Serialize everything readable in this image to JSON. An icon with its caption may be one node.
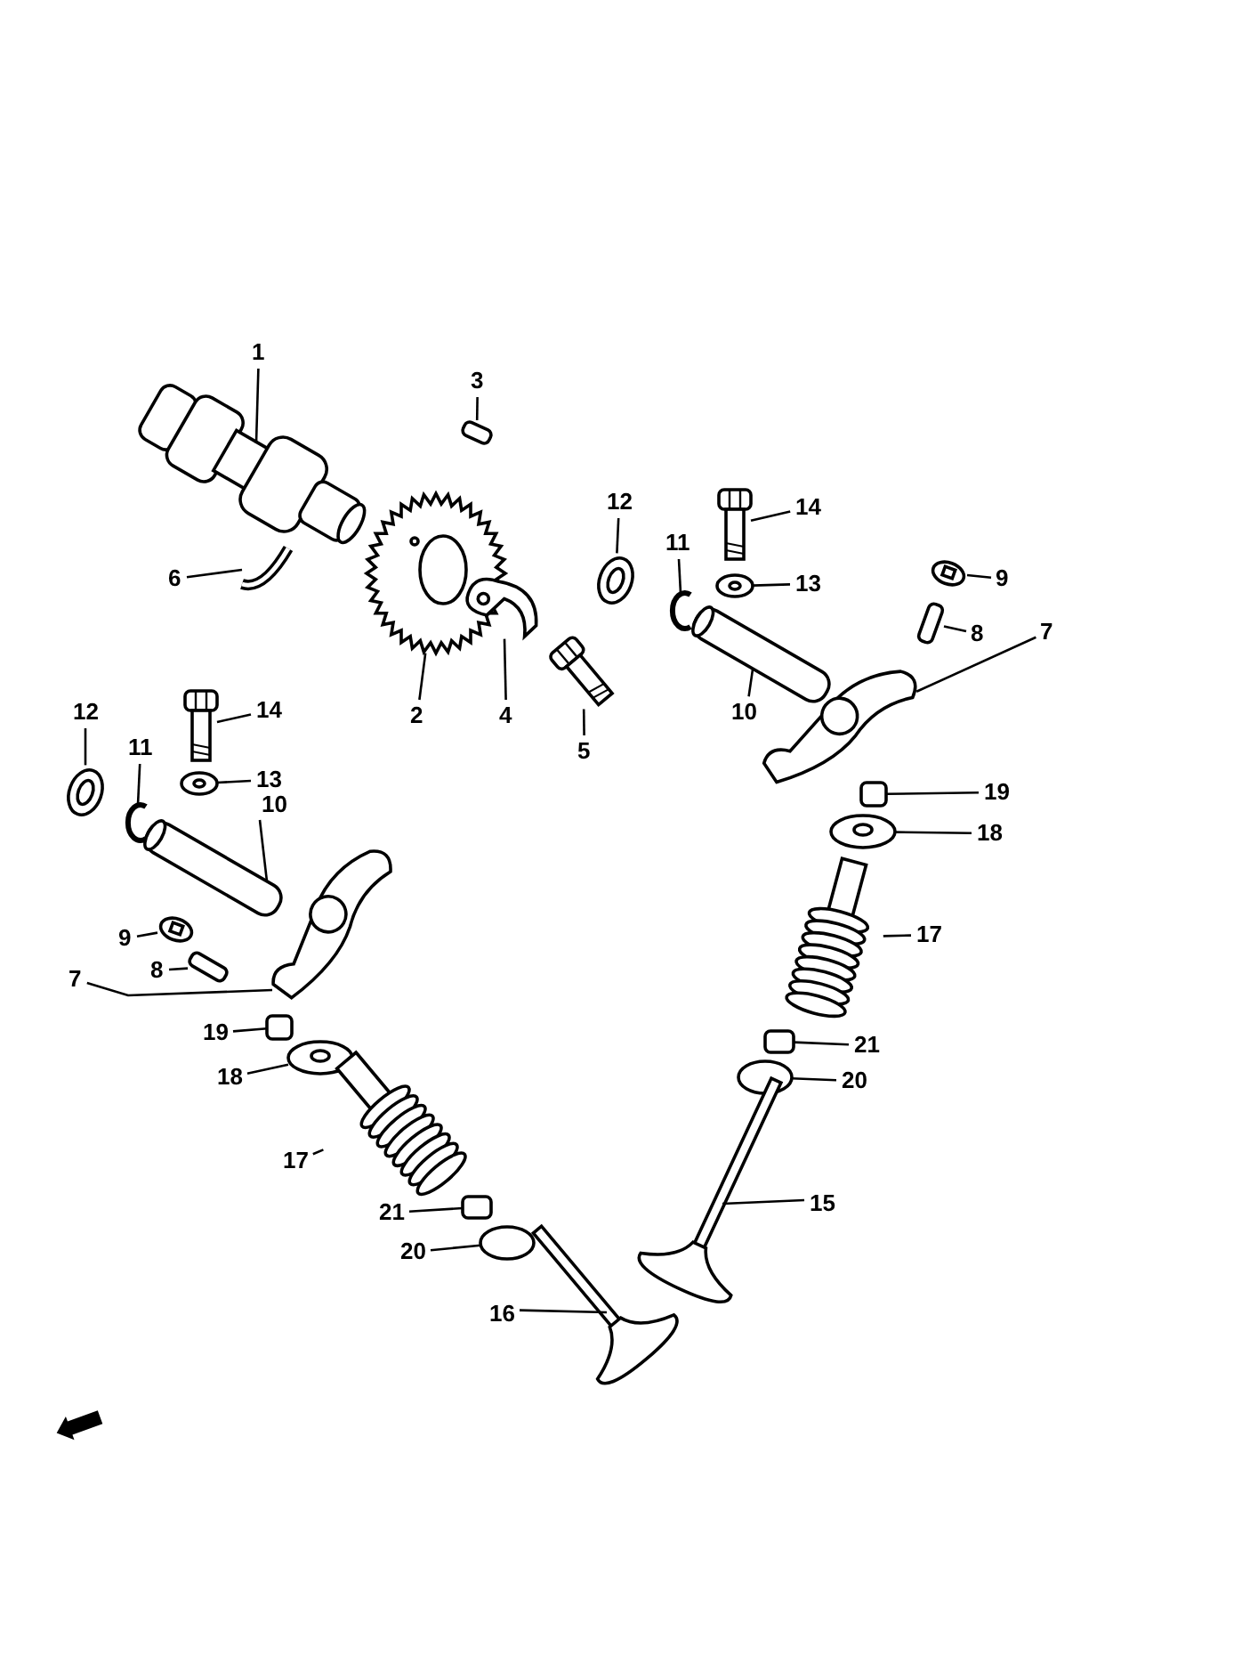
{
  "diagram": {
    "nodes": [
      {
        "text": [
          "1"
        ]
      },
      {
        "text": [],
        "shape": "picture"
      },
      {
        "text": [
          "3"
        ]
      },
      {
        "text": [],
        "shape": "box"
      },
      {
        "text": [
          "2"
        ]
      },
      {
        "text": [],
        "shape": "picture"
      },
      {
        "text": [
          "6"
        ]
      },
      {
        "text": [],
        "shape": "picture"
      },
      {
        "text": [
          "4"
        ]
      },
      {
        "text": [],
        "shape": "picture"
      },
      {
        "text": [
          "5"
        ]
      },
      {
        "text": [],
        "shape": "picture"
      },
      {
        "text": [
          "12"
        ]
      },
      {
        "text": [],
        "shape": "picture"
      },
      {
        "text": [
          "11"
        ]
      },
      {
        "text": [],
        "shape": "picture"
      },
      {
        "text": [
          "14"
        ]
      },
      {
        "text": [],
        "shape": "picture"
      },
      {
        "text": [
          "13"
        ]
      },
      {
        "text": [],
        "shape": "picture"
      },
      {
        "text": [
          "10"
        ]
      },
      {
        "text": [],
        "shape": "picture"
      },
      {
        "text": [
          "9"
        ]
      },
      {
        "text": [],
        "shape": "picture"
      },
      {
        "text": [
          "8"
        ]
      },
      {
        "text": [],
        "shape": "box"
      },
      {
        "text": [
          "7"
        ]
      },
      {
        "text": [],
        "shape": "picture"
      },
      {
        "text": [
          "19"
        ]
      },
      {
        "text": [],
        "shape": "box"
      },
      {
        "text": [
          "18"
        ]
      },
      {
        "text": [],
        "shape": "picture"
      },
      {
        "text": [
          "17"
        ]
      },
      {
        "text": [],
        "shape": "picture"
      },
      {
        "text": [
          "21"
        ]
      },
      {
        "text": [],
        "shape": "box"
      },
      {
        "text": [
          "20"
        ]
      },
      {
        "text": [],
        "shape": "circle"
      },
      {
        "text": [
          "15"
        ]
      },
      {
        "text": [],
        "shape": "picture"
      },
      {
        "text": [
          "12"
        ]
      },
      {
        "text": [],
        "shape": "picture"
      },
      {
        "text": [
          "11"
        ]
      },
      {
        "text": [],
        "shape": "picture"
      },
      {
        "text": [
          "14"
        ]
      },
      {
        "text": [],
        "shape": "picture"
      },
      {
        "text": [
          "13"
        ]
      },
      {
        "text": [],
        "shape": "picture"
      },
      {
        "text": [
          "10"
        ]
      },
      {
        "text": [],
        "shape": "picture"
      },
      {
        "text": [
          "9"
        ]
      },
      {
        "text": [],
        "shape": "picture"
      },
      {
        "text": [
          "8"
        ]
      },
      {
        "text": [],
        "shape": "box"
      },
      {
        "text": [
          "7"
        ]
      },
      {
        "text": [],
        "shape": "picture"
      },
      {
        "text": [
          "19"
        ]
      },
      {
        "text": [],
        "shape": "box"
      },
      {
        "text": [
          "18"
        ]
      },
      {
        "text": [],
        "shape": "picture"
      },
      {
        "text": [
          "17"
        ]
      },
      {
        "text": [],
        "shape": "picture"
      },
      {
        "text": [
          "21"
        ]
      },
      {
        "text": [],
        "shape": "box"
      },
      {
        "text": [
          "20"
        ]
      },
      {
        "text": [],
        "shape": "circle"
      },
      {
        "text": [
          "16"
        ]
      },
      {
        "text": [],
        "shape": "picture"
      }
    ],
    "edges": [
      {
        "from": 0,
        "to": 1,
        "arrow": "none"
      },
      {
        "from": 2,
        "to": 3,
        "arrow": "none"
      },
      {
        "from": 4,
        "to": 5,
        "arrow": "none"
      },
      {
        "from": 6,
        "to": 7,
        "arrow": "none"
      },
      {
        "from": 8,
        "to": 9,
        "arrow": "none"
      },
      {
        "from": 10,
        "to": 11,
        "arrow": "none"
      },
      {
        "from": 12,
        "to": 13,
        "arrow": "none"
      },
      {
        "from": 14,
        "to": 15,
        "arrow": "none"
      },
      {
        "from": 16,
        "to": 17,
        "arrow": "none"
      },
      {
        "from": 18,
        "to": 19,
        "arrow": "none"
      },
      {
        "from": 20,
        "to": 21,
        "arrow": "none"
      },
      {
        "from": 22,
        "to": 23,
        "arrow": "none"
      },
      {
        "from": 24,
        "to": 25,
        "arrow": "none"
      },
      {
        "from": 26,
        "to": 27,
        "arrow": "none"
      },
      {
        "from": 28,
        "to": 29,
        "arrow": "none"
      },
      {
        "from": 30,
        "to": 31,
        "arrow": "none"
      },
      {
        "from": 32,
        "to": 33,
        "arrow": "none"
      },
      {
        "from": 34,
        "to": 35,
        "arrow": "none"
      },
      {
        "from": 36,
        "to": 37,
        "arrow": "none"
      },
      {
        "from": 38,
        "to": 39,
        "arrow": "none"
      },
      {
        "from": 40,
        "to": 41,
        "arrow": "none"
      },
      {
        "from": 42,
        "to": 43,
        "arrow": "none"
      },
      {
        "from": 44,
        "to": 45,
        "arrow": "none"
      },
      {
        "from": 46,
        "to": 47,
        "arrow": "none"
      },
      {
        "from": 48,
        "to": 49,
        "arrow": "none"
      },
      {
        "from": 50,
        "to": 51,
        "arrow": "none"
      },
      {
        "from": 52,
        "to": 53,
        "arrow": "none"
      },
      {
        "from": 54,
        "to": 55,
        "arrow": "none"
      },
      {
        "from": 56,
        "to": 57,
        "arrow": "none"
      },
      {
        "from": 58,
        "to": 59,
        "arrow": "none"
      },
      {
        "from": 60,
        "to": 61,
        "arrow": "none"
      },
      {
        "from": 62,
        "to": 63,
        "arrow": "none"
      },
      {
        "from": 64,
        "to": 65,
        "arrow": "none"
      },
      {
        "from": 66,
        "to": 67,
        "arrow": "none"
      }
    ]
  }
}
